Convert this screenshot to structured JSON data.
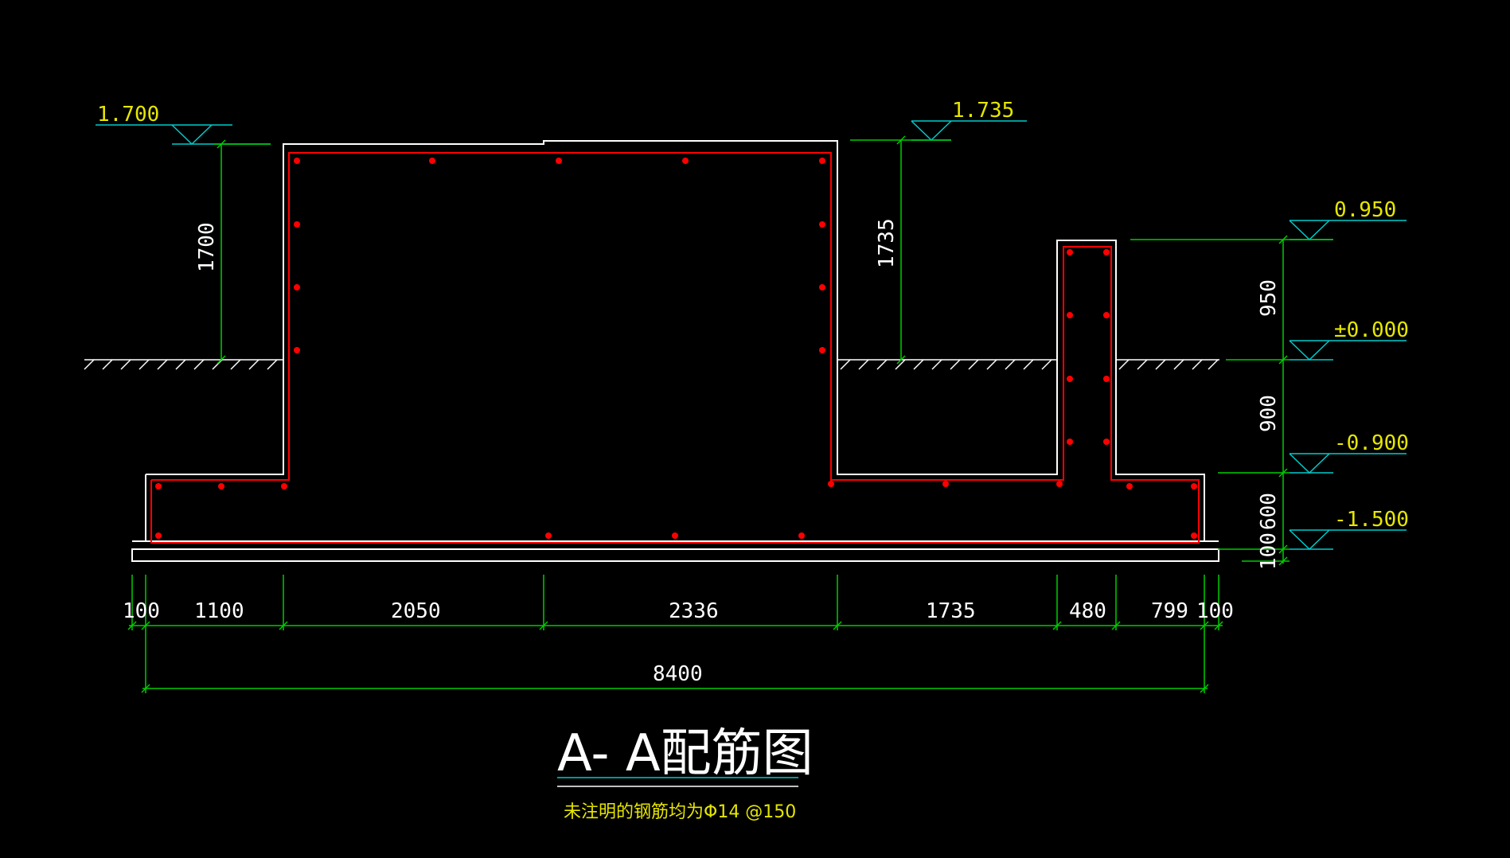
{
  "drawing": {
    "title": "A- A配筋图",
    "note": "未注明的钢筋均为Φ14 @150"
  },
  "elevations": {
    "left_top": "1.700",
    "mid_top": "1.735",
    "right_top": "0.950",
    "ground": "±0.000",
    "base_top": "-0.900",
    "base_bottom": "-1.500"
  },
  "vertical_dims": {
    "left_wall": "1700",
    "mid_wall": "1735",
    "right_950": "950",
    "right_900": "900",
    "right_600": "600",
    "right_100": "100"
  },
  "horizontal_dims": {
    "d1": "100",
    "d2": "1100",
    "d3": "2050",
    "d4": "2336",
    "d5": "1735",
    "d6": "480",
    "d7": "799",
    "d8": "100",
    "total": "8400"
  },
  "colors": {
    "background": "#000000",
    "outline": "#ffffff",
    "rebar": "#ff0000",
    "dimension": "#00cc00",
    "elevation_line": "#00cccc",
    "label": "#e6e600"
  }
}
